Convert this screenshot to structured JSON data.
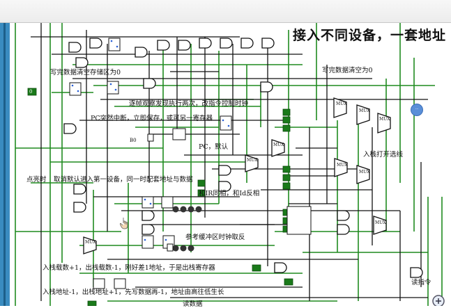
{
  "heading": "接入不同设备，一套地址",
  "labels": {
    "write_clear_storage": "写完数据清空存储区为0",
    "write_clear_zero": "写完数据清空为0",
    "frame_observe": "逐帧观察发现执行两次，改指令控制时钟",
    "pc_interrupt": "PC突然中断，立即保存，或可另一寄存器",
    "pc_default": "PC，默认",
    "stack_push_select": "入栈打开选线",
    "after_light": "点亮时",
    "cancel_default": "取消默认进入第一设备，同一时配套地址与数据",
    "ir_same": "和IR同相，和Id反相",
    "ref_buffer": "参考缓冲区时钟取反",
    "stack_load_plus": "入栈载数+1，出栈载数-1，刚好差1地址，于是出栈寄存器",
    "stack_addr_minus": "入栈地址-1，出栈地址+1，先写数据再-1，地址由高往低生长",
    "read_data": "读数据",
    "read_instr": "读指令",
    "const_b0": "B0",
    "const_0": "0",
    "mux": "MUX"
  },
  "colors": {
    "wire_active": "#1f8a1f",
    "wire_idle": "#111111",
    "led_on": "#1a7a1a",
    "window_chrome": "#ececec",
    "side_panel": "#3a8cc0"
  },
  "icons": {
    "cursor": "hand-cursor-icon",
    "zoom": "magnifier-icon",
    "probe": "blue-probe-icon"
  }
}
